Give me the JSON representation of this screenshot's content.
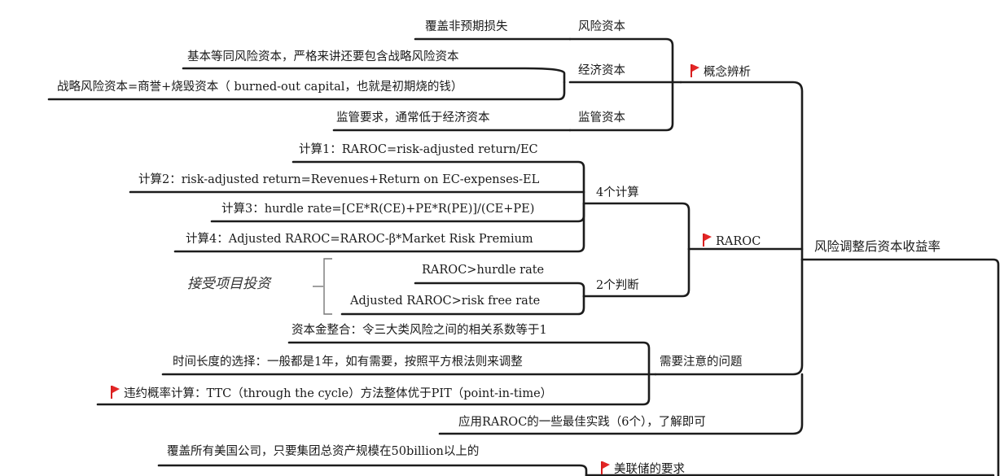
{
  "root": {
    "label": "风险调整后资本收益率"
  },
  "branches": {
    "concepts": {
      "label": "概念辨析",
      "flag": "red-flag",
      "items": [
        {
          "topic": "风险资本",
          "details": [
            "覆盖非预期损失"
          ]
        },
        {
          "topic": "经济资本",
          "details": [
            "基本等同风险资本，严格来讲还要包含战略风险资本",
            "战略风险资本=商誉+烧毁资本（ burned-out capital，也就是初期烧的钱）"
          ]
        },
        {
          "topic": "监管资本",
          "details": [
            "监管要求，通常低于经济资本"
          ]
        }
      ]
    },
    "raroc": {
      "label": "RAROC",
      "flag": "red-flag",
      "calc": {
        "label": "4个计算",
        "items": [
          "计算1：RAROC=risk-adjusted return/EC",
          "计算2：risk-adjusted return=Revenues+Return on EC-expenses-EL",
          "计算3：hurdle rate=[CE*R(CE)+PE*R(PE)]/(CE+PE)",
          "计算4：Adjusted RAROC=RAROC-β*Market Risk Premium"
        ]
      },
      "judge": {
        "label": "2个判断",
        "items": [
          "RAROC>hurdle rate",
          "Adjusted RAROC>risk free rate"
        ],
        "bracket_note": "接受项目投资"
      }
    },
    "issues": {
      "label": "需要注意的问题",
      "items": [
        {
          "text": "资本金整合：令三大类风险之间的相关系数等于1",
          "flag": false
        },
        {
          "text": "时间长度的选择：一般都是1年，如有需要，按照平方根法则来调整",
          "flag": false
        },
        {
          "text": "违约概率计算：TTC（through the cycle）方法整体优于PIT（point-in-time）",
          "flag": true
        }
      ]
    },
    "practice": {
      "label": "应用RAROC的一些最佳实践（6个），了解即可"
    },
    "fed": {
      "label": "美联储的要求",
      "flag": "red-flag",
      "items": [
        "覆盖所有美国公司，只要集团总资产规模在50billion以上的"
      ]
    }
  },
  "colors": {
    "line": "#1c1c1c",
    "flag": "#e02424",
    "bracket": "#777777"
  }
}
